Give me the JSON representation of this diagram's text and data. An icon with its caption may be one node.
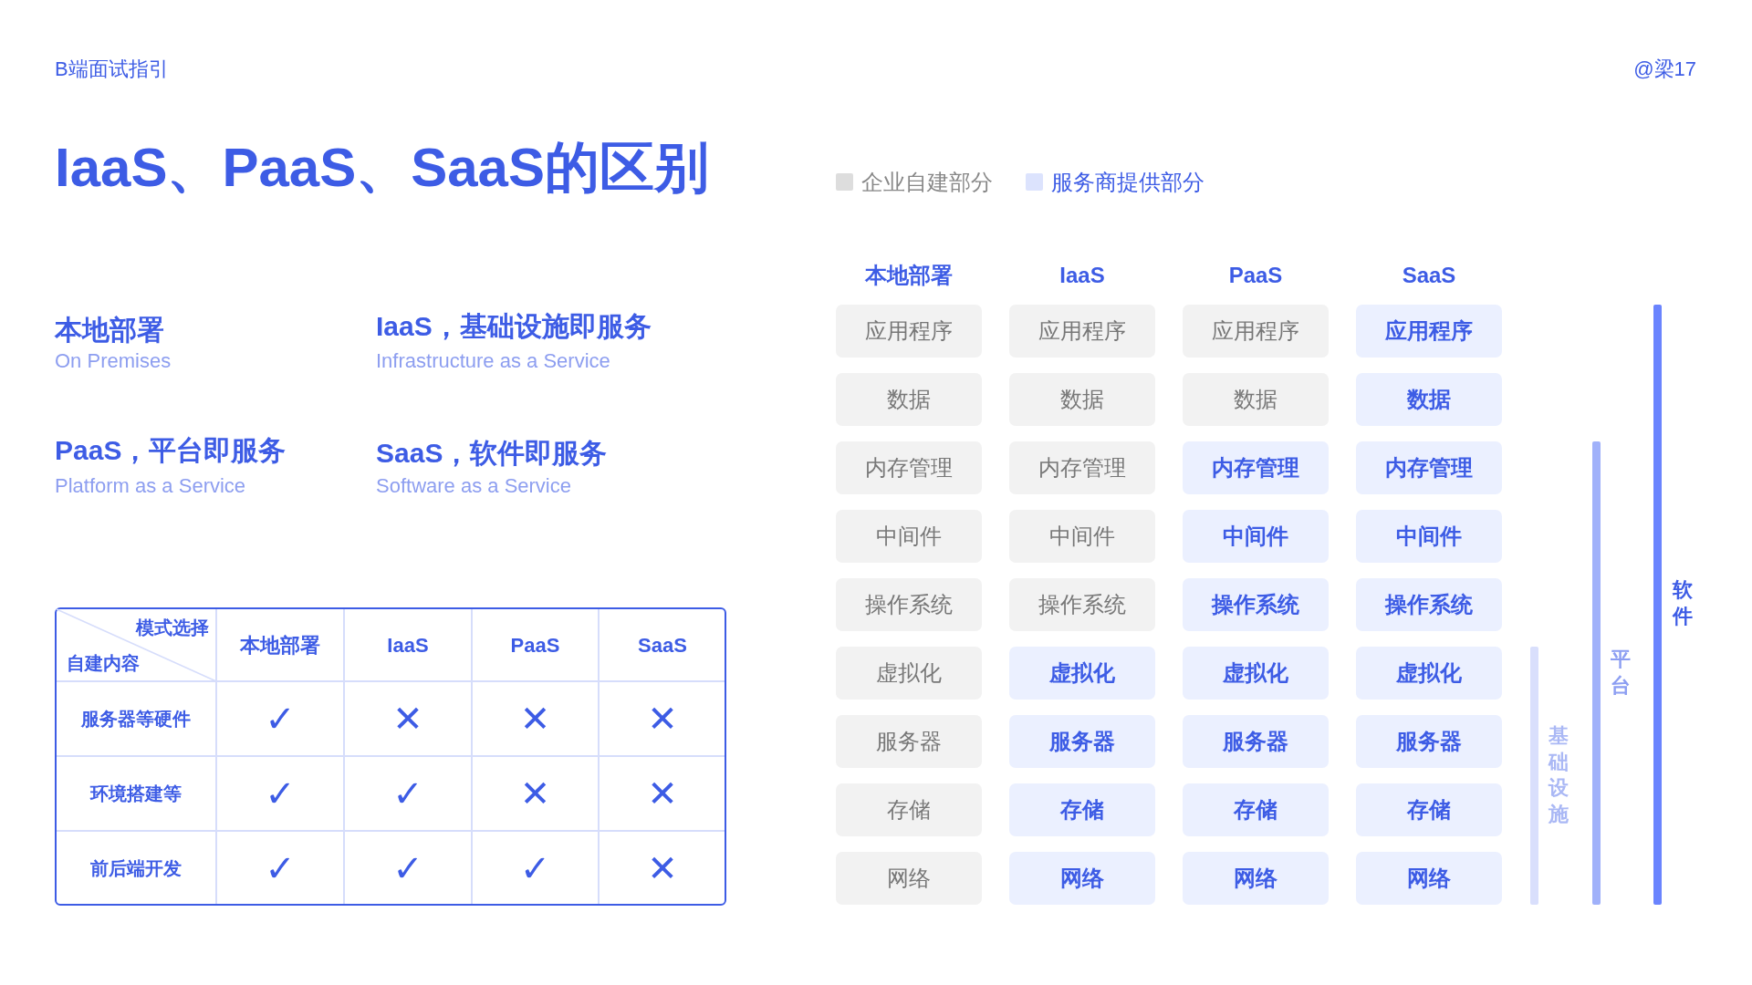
{
  "diagram": {
    "title": "IaaS、PaaS、SaaS的区别",
    "nodes": [
      {
        "text": [
          "应用程序"
        ]
      },
      {
        "text": [
          "应用程序"
        ]
      },
      {
        "text": [
          "应用程序"
        ]
      },
      {
        "text": [
          "应用程序"
        ]
      },
      {
        "text": [
          "数据"
        ]
      },
      {
        "text": [
          "数据"
        ]
      },
      {
        "text": [
          "数据"
        ]
      },
      {
        "text": [
          "数据"
        ]
      },
      {
        "text": [
          "内存管理"
        ]
      },
      {
        "text": [
          "内存管理"
        ]
      },
      {
        "text": [
          "内存管理"
        ]
      },
      {
        "text": [
          "内存管理"
        ]
      },
      {
        "text": [
          "中间件"
        ]
      },
      {
        "text": [
          "中间件"
        ]
      },
      {
        "text": [
          "中间件"
        ]
      },
      {
        "text": [
          "中间件"
        ]
      },
      {
        "text": [
          "操作系统"
        ]
      },
      {
        "text": [
          "操作系统"
        ]
      },
      {
        "text": [
          "操作系统"
        ]
      },
      {
        "text": [
          "操作系统"
        ]
      },
      {
        "text": [
          "虚拟化"
        ]
      },
      {
        "text": [
          "虚拟化"
        ]
      },
      {
        "text": [
          "虚拟化"
        ]
      },
      {
        "text": [
          "虚拟化"
        ]
      },
      {
        "text": [
          "服务器"
        ]
      },
      {
        "text": [
          "服务器"
        ]
      },
      {
        "text": [
          "服务器"
        ]
      },
      {
        "text": [
          "服务器"
        ]
      },
      {
        "text": [
          "存储"
        ]
      },
      {
        "text": [
          "存储"
        ]
      },
      {
        "text": [
          "存储"
        ]
      },
      {
        "text": [
          "存储"
        ]
      },
      {
        "text": [
          "网络"
        ]
      },
      {
        "text": [
          "网络"
        ]
      },
      {
        "text": [
          "网络"
        ]
      },
      {
        "text": [
          "网络"
        ]
      }
    ],
    "labels": [
      "B端面试指引",
      "@梁17",
      "本地部署",
      "On Premises",
      "IaaS，基础设施即服务",
      "Infrastructure as a Service",
      "PaaS，平台即服务",
      "Platform as a Service",
      "SaaS，软件即服务",
      "Software as a Service",
      "模式选择",
      "自建内容",
      "本地部署",
      "IaaS",
      "PaaS",
      "SaaS",
      "服务器等硬件",
      "✓",
      "✕",
      "✕",
      "✕",
      "环境搭建等",
      "✓",
      "✓",
      "✕",
      "✕",
      "前后端开发",
      "✓",
      "✓",
      "✓",
      "✕",
      "本地部署",
      "IaaS",
      "PaaS",
      "SaaS",
      "基础设施",
      "平台",
      "软件"
    ],
    "legend": [
      {
        "text": "企业自建部分",
        "color": "#dddddd"
      },
      {
        "text": "服务商提供部分",
        "color": "#dce3fd"
      }
    ]
  }
}
